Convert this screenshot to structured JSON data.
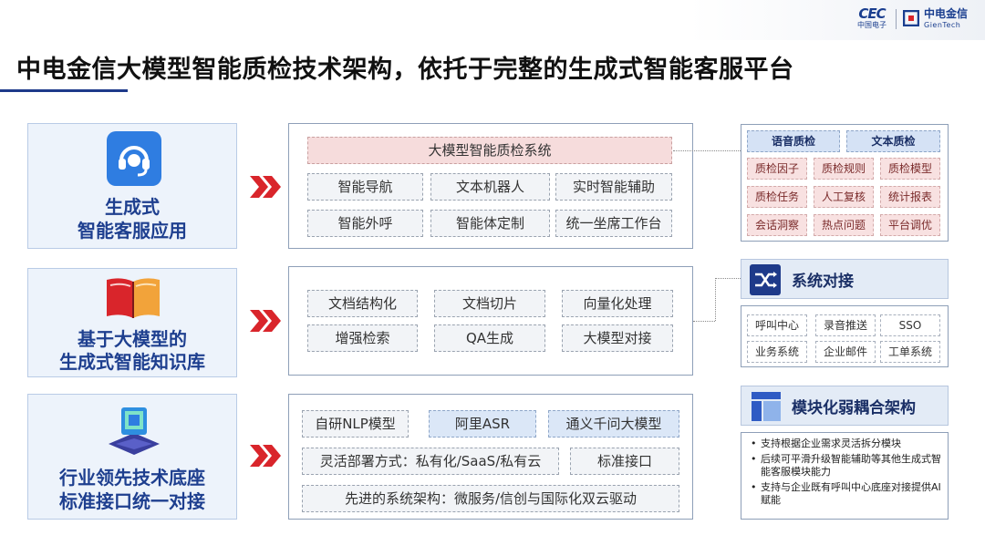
{
  "header": {
    "title": "中电金信大模型智能质检技术架构，依托于完整的生成式智能客服平台",
    "logo_cec": "CEC",
    "logo_cec_sub": "中国电子",
    "logo_gt_cn": "中电金信",
    "logo_gt_en": "GienTech"
  },
  "left_cards": [
    {
      "line1": "生成式",
      "line2": "智能客服应用",
      "icon": "headset-icon"
    },
    {
      "line1": "基于大模型的",
      "line2": "生成式智能知识库",
      "icon": "open-book-icon"
    },
    {
      "line1": "行业领先技术底座",
      "line2": "标准接口统一对接",
      "icon": "computer-base-icon"
    }
  ],
  "panel1": {
    "header": "大模型智能质检系统",
    "chips": [
      "智能导航",
      "文本机器人",
      "实时智能辅助",
      "智能外呼",
      "智能体定制",
      "统一坐席工作台"
    ]
  },
  "panel2": {
    "chips": [
      "文档结构化",
      "文档切片",
      "向量化处理",
      "增强检索",
      "QA生成",
      "大模型对接"
    ]
  },
  "panel3": {
    "row1": [
      "自研NLP模型",
      "阿里ASR",
      "通义千问大模型"
    ],
    "row2": [
      "灵活部署方式：私有化/SaaS/私有云",
      "标准接口"
    ],
    "row3": "先进的系统架构：微服务/信创与国际化双云驱动"
  },
  "qc": {
    "heads": [
      "语音质检",
      "文本质检"
    ],
    "items": [
      "质检因子",
      "质检规则",
      "质检模型",
      "质检任务",
      "人工复核",
      "统计报表",
      "会话洞察",
      "热点问题",
      "平台调优"
    ]
  },
  "integration": {
    "title": "系统对接",
    "icon": "shuffle-icon",
    "items": [
      "呼叫中心",
      "录音推送",
      "SSO",
      "业务系统",
      "企业邮件",
      "工单系统"
    ]
  },
  "modular": {
    "title": "模块化弱耦合架构",
    "icon": "modules-icon",
    "bullets": [
      "支持根据企业需求灵活拆分模块",
      "后续可平滑升级智能辅助等其他生成式智能客服模块能力",
      "支持与企业既有呼叫中心底座对接提供AI赋能"
    ]
  },
  "colors": {
    "accent": "#1e3a8a",
    "arrow": "#d9252b",
    "card_bg": "#edf3fb"
  }
}
